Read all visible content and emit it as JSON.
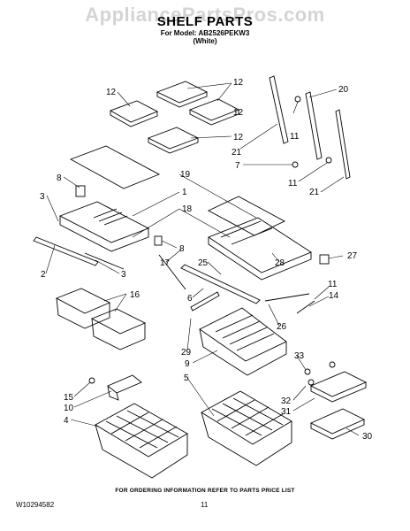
{
  "watermark": "AppliancePartsPros.com",
  "header": {
    "title": "SHELF PARTS",
    "model_line": "For Model: AB2526PEKW3",
    "color_line": "(White)"
  },
  "callouts": [
    "12",
    "12",
    "12",
    "12",
    "20",
    "11",
    "21",
    "7",
    "11",
    "21",
    "8",
    "19",
    "3",
    "1",
    "18",
    "8",
    "27",
    "2",
    "3",
    "17",
    "25",
    "28",
    "16",
    "11",
    "14",
    "6",
    "26",
    "29",
    "9",
    "33",
    "5",
    "15",
    "10",
    "4",
    "32",
    "31",
    "30"
  ],
  "footer": {
    "ordering_info": "FOR ORDERING INFORMATION REFER TO PARTS PRICE LIST",
    "doc_number": "W10294582",
    "page_number": "11"
  }
}
